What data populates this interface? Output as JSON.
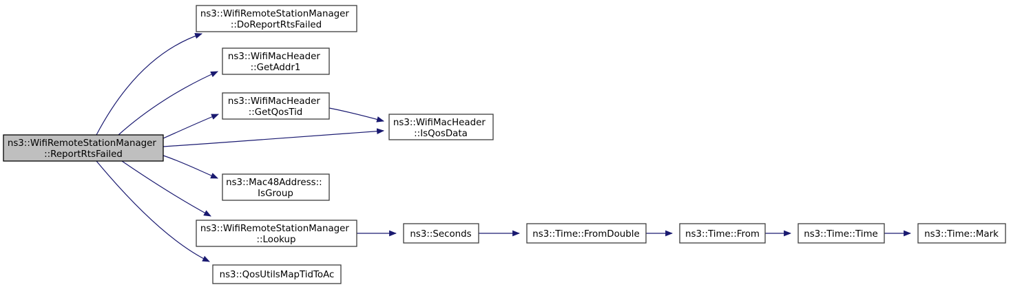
{
  "diagram": {
    "type": "doxygen-call-graph",
    "colors": {
      "edge": "#191970",
      "node_border": "#3c3c3c",
      "node_fill": "#ffffff",
      "highlight_node_fill": "#bfbfbf",
      "text": "#000000",
      "background": "#ffffff"
    },
    "nodes": {
      "report_rts_failed": {
        "line1": "ns3::WifiRemoteStationManager",
        "line2": "::ReportRtsFailed"
      },
      "do_report_rts_failed": {
        "line1": "ns3::WifiRemoteStationManager",
        "line2": "::DoReportRtsFailed"
      },
      "get_addr1": {
        "line1": "ns3::WifiMacHeader",
        "line2": "::GetAddr1"
      },
      "get_qos_tid": {
        "line1": "ns3::WifiMacHeader",
        "line2": "::GetQosTid"
      },
      "is_qos_data": {
        "line1": "ns3::WifiMacHeader",
        "line2": "::IsQosData"
      },
      "is_group": {
        "line1": "ns3::Mac48Address::",
        "line2": "IsGroup"
      },
      "lookup": {
        "line1": "ns3::WifiRemoteStationManager",
        "line2": "::Lookup"
      },
      "qos_utils_map_tid_to_ac": {
        "label": "ns3::QosUtilsMapTidToAc"
      },
      "seconds": {
        "label": "ns3::Seconds"
      },
      "time_from_double": {
        "label": "ns3::Time::FromDouble"
      },
      "time_from": {
        "label": "ns3::Time::From"
      },
      "time_time": {
        "label": "ns3::Time::Time"
      },
      "time_mark": {
        "label": "ns3::Time::Mark"
      }
    },
    "edges": [
      {
        "from": "ns3::WifiRemoteStationManager::ReportRtsFailed",
        "to": "ns3::WifiRemoteStationManager::DoReportRtsFailed"
      },
      {
        "from": "ns3::WifiRemoteStationManager::ReportRtsFailed",
        "to": "ns3::WifiMacHeader::GetAddr1"
      },
      {
        "from": "ns3::WifiRemoteStationManager::ReportRtsFailed",
        "to": "ns3::WifiMacHeader::GetQosTid"
      },
      {
        "from": "ns3::WifiRemoteStationManager::ReportRtsFailed",
        "to": "ns3::WifiMacHeader::IsQosData"
      },
      {
        "from": "ns3::WifiRemoteStationManager::ReportRtsFailed",
        "to": "ns3::Mac48Address::IsGroup"
      },
      {
        "from": "ns3::WifiRemoteStationManager::ReportRtsFailed",
        "to": "ns3::WifiRemoteStationManager::Lookup"
      },
      {
        "from": "ns3::WifiRemoteStationManager::ReportRtsFailed",
        "to": "ns3::QosUtilsMapTidToAc"
      },
      {
        "from": "ns3::WifiMacHeader::GetQosTid",
        "to": "ns3::WifiMacHeader::IsQosData"
      },
      {
        "from": "ns3::WifiRemoteStationManager::Lookup",
        "to": "ns3::Seconds"
      },
      {
        "from": "ns3::Seconds",
        "to": "ns3::Time::FromDouble"
      },
      {
        "from": "ns3::Time::FromDouble",
        "to": "ns3::Time::From"
      },
      {
        "from": "ns3::Time::From",
        "to": "ns3::Time::Time"
      },
      {
        "from": "ns3::Time::Time",
        "to": "ns3::Time::Mark"
      }
    ]
  }
}
